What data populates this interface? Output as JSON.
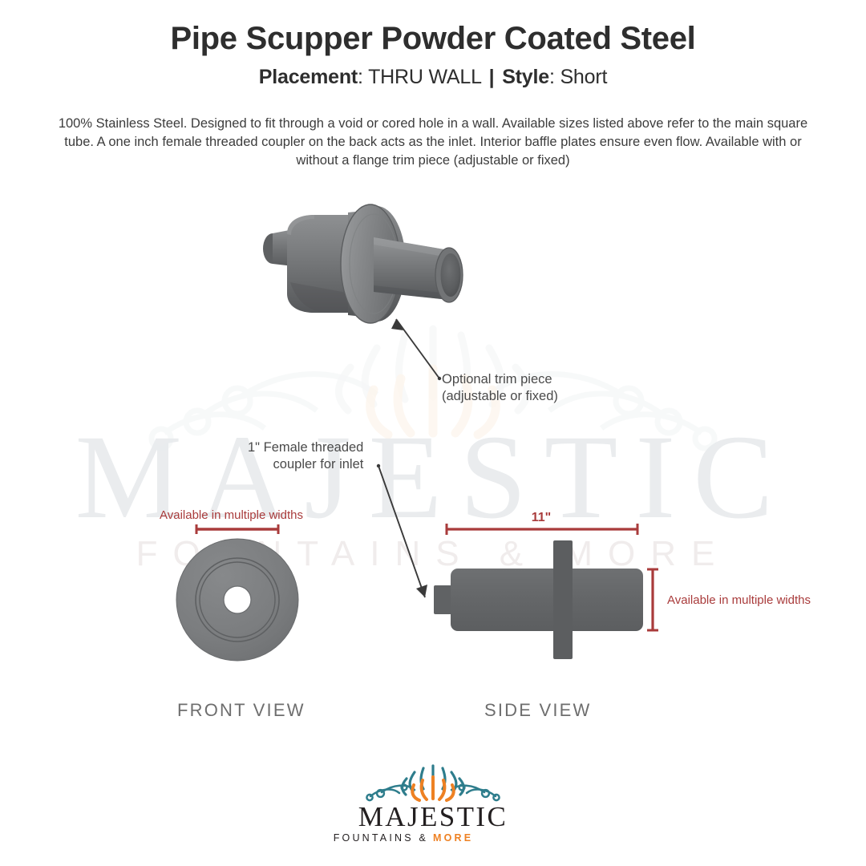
{
  "header": {
    "title": "Pipe Scupper Powder Coated Steel",
    "placement_label": "Placement",
    "placement_value": "THRU WALL",
    "separator": "|",
    "style_label": "Style",
    "style_value": "Short"
  },
  "description": "100% Stainless Steel. Designed to fit through a void or cored hole in a wall. Available sizes listed above refer to the main square tube. A one inch female threaded coupler on the back acts as the inlet. Interior baffle plates ensure even flow. Available with or without a flange trim piece (adjustable or fixed)",
  "callouts": {
    "trim": {
      "line1": "Optional trim piece",
      "line2": "(adjustable or fixed)"
    },
    "coupler": {
      "line1": "1\" Female threaded",
      "line2": "coupler for inlet"
    }
  },
  "dimensions": {
    "front_width": "Available in multiple widths",
    "side_length": "11\"",
    "side_height": "Available in multiple widths"
  },
  "view_labels": {
    "front": "FRONT VIEW",
    "side": "SIDE VIEW"
  },
  "logo": {
    "wordmark": "MAJESTIC",
    "tagline_main": "FOUNTAINS &",
    "tagline_accent": "MORE"
  },
  "watermark": {
    "wordmark": "MAJESTIC",
    "tagline": "FOUNTAINS & MORE"
  },
  "colors": {
    "accent_red": "#a93b3b",
    "metal_light": "#8b8d8f",
    "metal_mid": "#76787a",
    "metal_dark": "#5f6163",
    "metal_shadow": "#4d4f51",
    "text_dark": "#2e2e2e",
    "text_body": "#3c3c3c",
    "logo_teal": "#2e7d8c",
    "logo_orange": "#ee8123",
    "logo_ink": "#231f20"
  }
}
